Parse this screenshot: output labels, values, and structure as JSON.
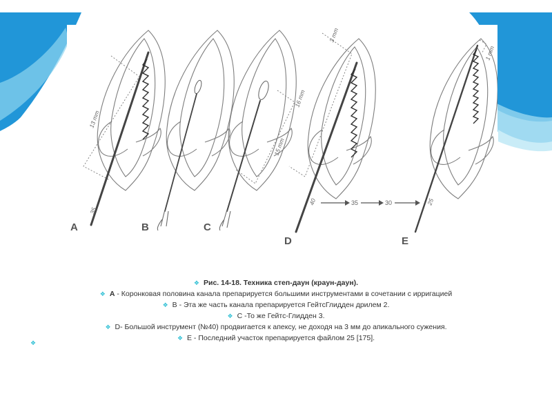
{
  "colors": {
    "accent_blue": "#2196d8",
    "accent_light": "#8fd4ef",
    "bullet": "#37c2d6",
    "text": "#333333"
  },
  "figure": {
    "panel_labels": [
      "A",
      "B",
      "C",
      "D",
      "E"
    ],
    "measurements": {
      "a_depth": "13 mm",
      "c_depth": "15 mm",
      "d_depth": "16 mm",
      "d_short": "3 mm",
      "e_short": "1 mm"
    },
    "file_sizes": {
      "a": "35",
      "d": "40",
      "sequence_1": "35",
      "sequence_2": "30",
      "e": "25"
    }
  },
  "caption": {
    "title": "Рис. 14-18. Техника степ-даун (краун-даун).",
    "line_a_lead": "А",
    "line_a_text": " - Коронковая половина канала препарируется большими инструментами в сочетании с ирригацией",
    "line_b": "В - Эта же часть канала препарируется ГейтсГлидден дрилем 2.",
    "line_c": "С -То же Гейтс-Глидден 3.",
    "line_d": "D- Большой инструмент (№40) продвигается к апексу, не доходя на 3 мм до апикального сужения.",
    "line_e": "Е - Последний участок препарируется файлом 25 [175]."
  }
}
